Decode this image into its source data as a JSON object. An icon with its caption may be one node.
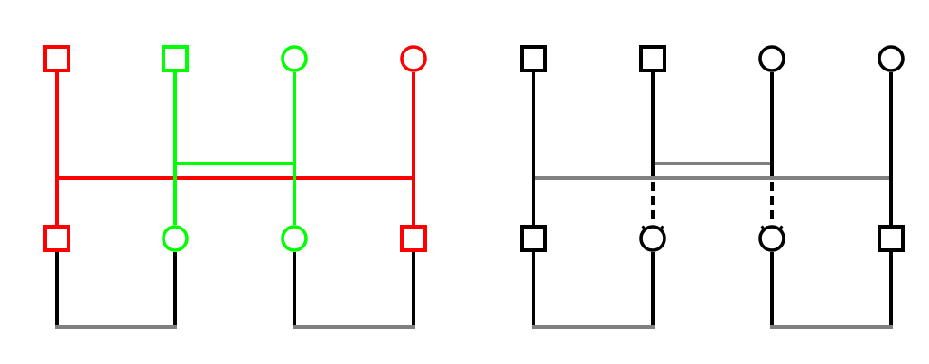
{
  "diagram": {
    "nodes": [
      {
        "text": [],
        "shape": "square"
      },
      {
        "text": [],
        "shape": "square"
      },
      {
        "text": [],
        "shape": "circle"
      },
      {
        "text": [],
        "shape": "circle"
      },
      {
        "text": [],
        "shape": "square"
      },
      {
        "text": [],
        "shape": "circle"
      },
      {
        "text": [],
        "shape": "circle"
      },
      {
        "text": [],
        "shape": "square"
      },
      {
        "text": [],
        "shape": "square"
      },
      {
        "text": [],
        "shape": "square"
      },
      {
        "text": [],
        "shape": "circle"
      },
      {
        "text": [],
        "shape": "circle"
      },
      {
        "text": [],
        "shape": "square"
      },
      {
        "text": [],
        "shape": "circle"
      },
      {
        "text": [],
        "shape": "circle"
      },
      {
        "text": [],
        "shape": "square"
      }
    ],
    "edges": [
      {
        "from": 0,
        "to": 4,
        "arrow": "none",
        "color": "#ff0000"
      },
      {
        "from": 3,
        "to": 7,
        "arrow": "none",
        "color": "#ff0000"
      },
      {
        "from": 0,
        "to": 3,
        "arrow": "none",
        "color": "#ff0000"
      },
      {
        "from": 1,
        "to": 5,
        "arrow": "none",
        "color": "#00ff00"
      },
      {
        "from": 2,
        "to": 6,
        "arrow": "none",
        "color": "#00ff00"
      },
      {
        "from": 1,
        "to": 2,
        "arrow": "none",
        "color": "#00ff00"
      },
      {
        "from": 4,
        "to": 5,
        "arrow": "none",
        "color": "#808080"
      },
      {
        "from": 6,
        "to": 7,
        "arrow": "none",
        "color": "#808080"
      },
      {
        "from": 8,
        "to": 12,
        "arrow": "none"
      },
      {
        "from": 11,
        "to": 15,
        "arrow": "none"
      },
      {
        "from": 8,
        "to": 11,
        "arrow": "none",
        "color": "#808080"
      },
      {
        "from": 9,
        "to": 13,
        "arrow": "none",
        "style": "dashed"
      },
      {
        "from": 10,
        "to": 14,
        "arrow": "none",
        "style": "dashed"
      },
      {
        "from": 9,
        "to": 10,
        "arrow": "none",
        "color": "#808080"
      },
      {
        "from": 12,
        "to": 13,
        "arrow": "none",
        "color": "#808080"
      },
      {
        "from": 14,
        "to": 15,
        "arrow": "none",
        "color": "#808080"
      }
    ]
  }
}
